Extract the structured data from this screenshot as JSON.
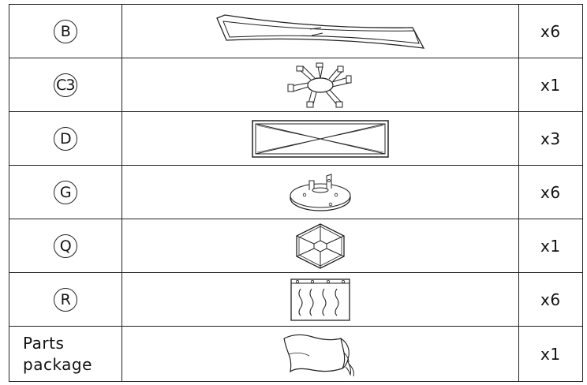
{
  "parts": [
    {
      "label": "B",
      "quantity": "x6",
      "icon": "curved-beam-icon"
    },
    {
      "label": "C3",
      "quantity": "x1",
      "icon": "hub-connector-icon"
    },
    {
      "label": "D",
      "quantity": "x3",
      "icon": "crossed-panel-icon"
    },
    {
      "label": "G",
      "quantity": "x6",
      "icon": "base-plate-icon"
    },
    {
      "label": "Q",
      "quantity": "x1",
      "icon": "hexagon-roof-icon"
    },
    {
      "label": "R",
      "quantity": "x6",
      "icon": "side-curtain-icon"
    },
    {
      "label": "Parts package",
      "label_line1": "Parts",
      "label_line2": "package",
      "quantity": "x1",
      "icon": "parts-bag-icon"
    }
  ]
}
